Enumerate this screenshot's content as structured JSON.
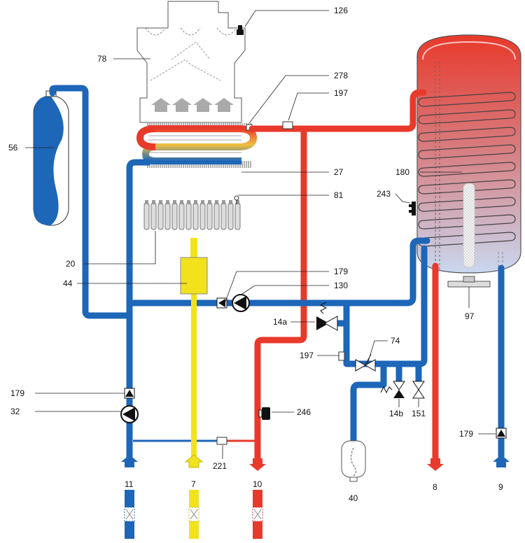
{
  "colors": {
    "hot": "#e8392b",
    "cold": "#1d66b8",
    "gas": "#f2e21c",
    "tank_top": "#e8392b",
    "tank_bottom": "#c9d8f0"
  },
  "labels": {
    "l126": "126",
    "l78": "78",
    "l278": "278",
    "l197a": "197",
    "l56": "56",
    "l27": "27",
    "l180": "180",
    "l81": "81",
    "l243": "243",
    "l20": "20",
    "l179a": "179",
    "l44": "44",
    "l130": "130",
    "l14a": "14a",
    "l97": "97",
    "l74": "74",
    "l197b": "197",
    "l179b": "179",
    "l32": "32",
    "l246": "246",
    "l14b": "14b",
    "l151": "151",
    "l179c": "179",
    "l221": "221",
    "l11": "11",
    "l7": "7",
    "l10": "10",
    "l40": "40",
    "l8": "8",
    "l9": "9"
  }
}
